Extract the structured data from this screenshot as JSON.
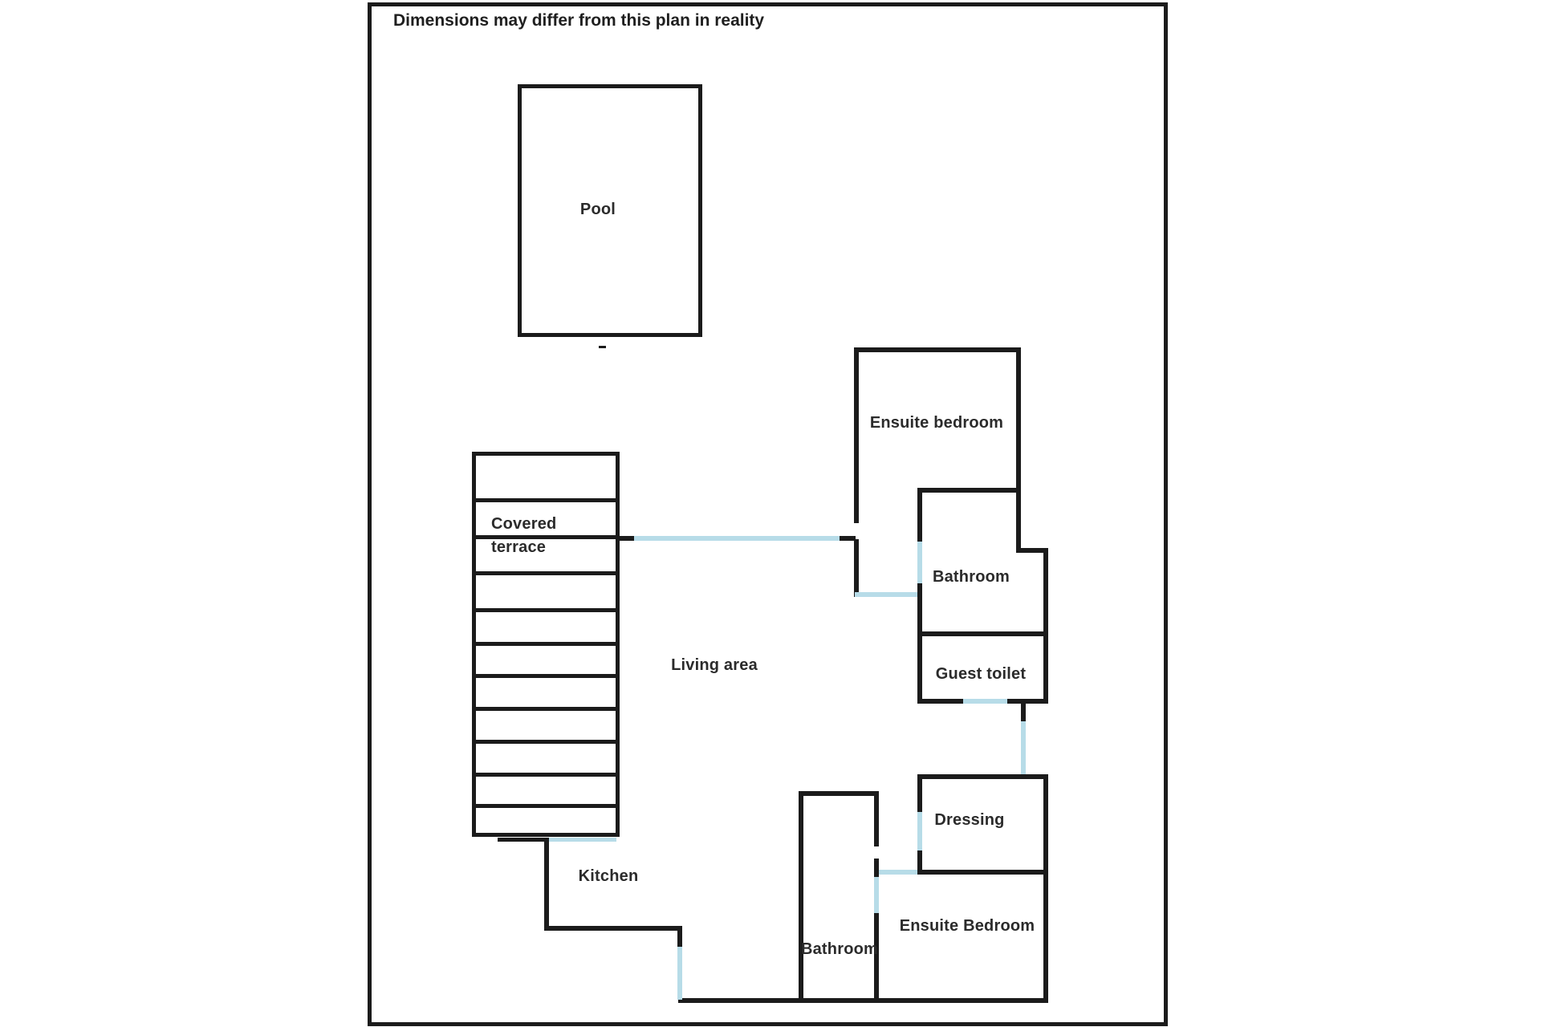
{
  "plan": {
    "title": "Dimensions may differ from this plan in reality",
    "labels": {
      "pool": "Pool",
      "covered": "Covered",
      "terrace": "terrace",
      "living_area": "Living area",
      "ensuite_bedroom_top": "Ensuite bedroom",
      "bathroom_right": "Bathroom",
      "guest_toilet": "Guest toilet",
      "dressing": "Dressing",
      "kitchen": "Kitchen",
      "bathroom_bottom": "Bathroom",
      "ensuite_bedroom_bottom": "Ensuite Bedroom"
    },
    "colors": {
      "wall": "#1b1b1b",
      "door_window": "#b7dce8",
      "background": "#ffffff",
      "text": "#2b2b2b"
    }
  }
}
